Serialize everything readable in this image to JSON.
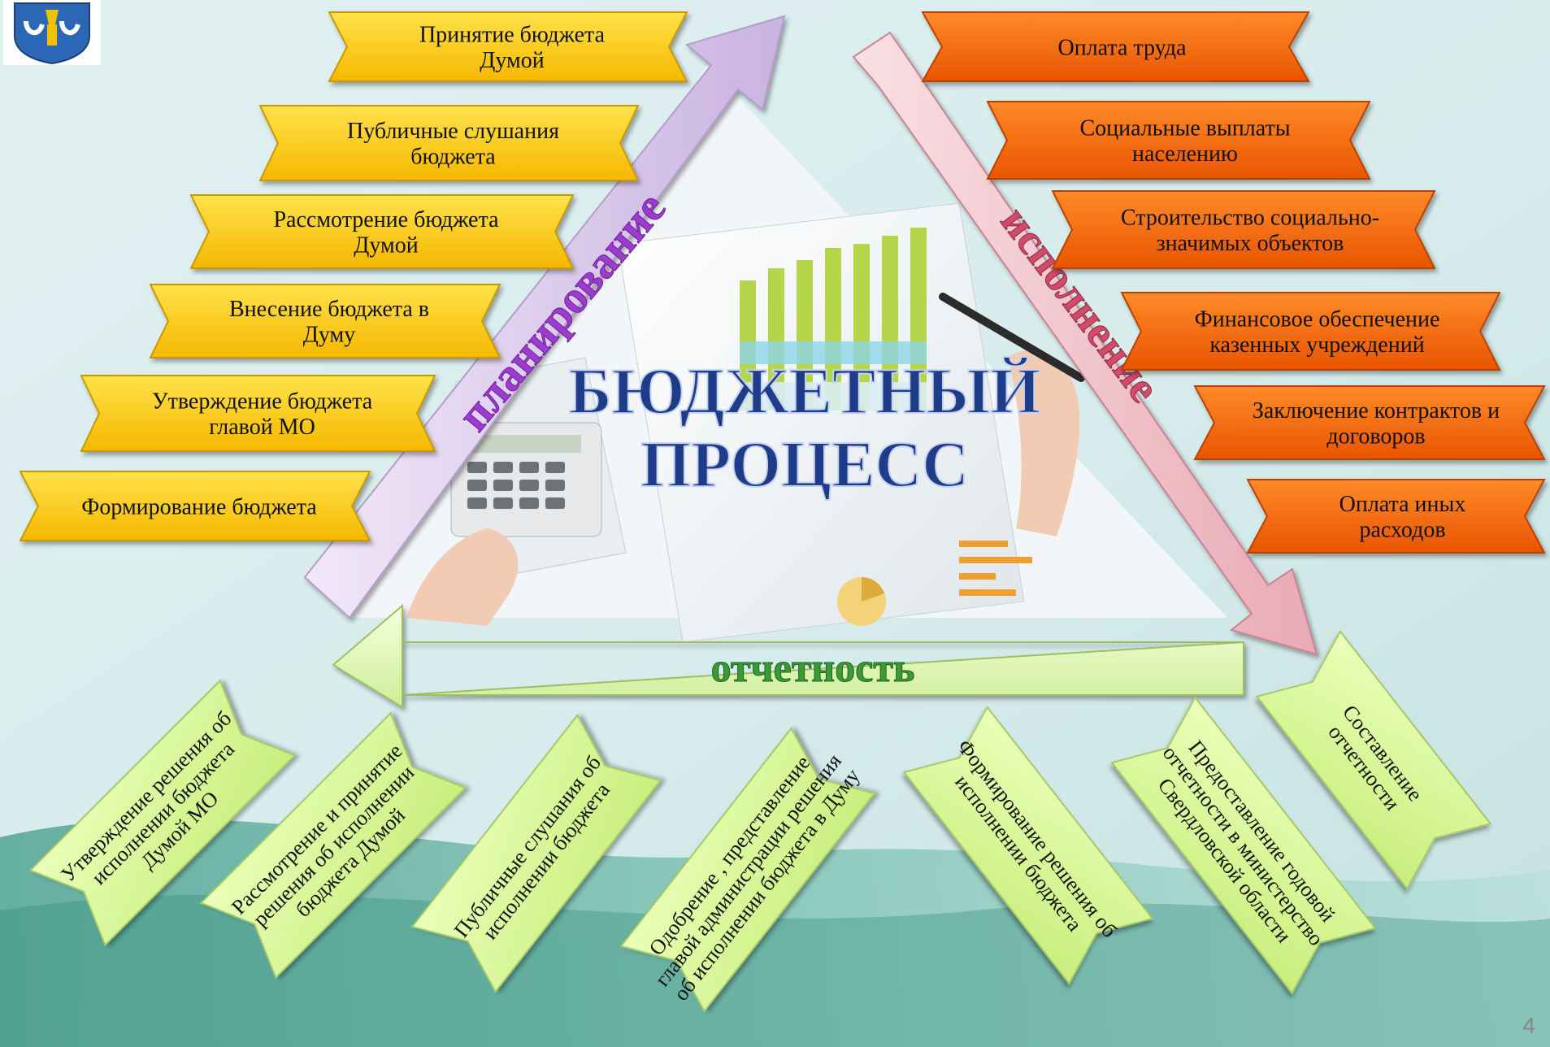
{
  "title_lines": [
    "БЮДЖЕТНЫЙ",
    "ПРОЦЕСС"
  ],
  "arrows": {
    "planning": "планирование",
    "execution": "исполнение",
    "reporting": "отчетность"
  },
  "planning_steps": [
    [
      "Принятие бюджета",
      "Думой"
    ],
    [
      "Публичные слушания",
      "бюджета"
    ],
    [
      "Рассмотрение бюджета",
      "Думой"
    ],
    [
      "Внесение бюджета  в",
      "Думу"
    ],
    [
      "Утверждение бюджета",
      "главой МО"
    ],
    [
      "Формирование бюджета"
    ]
  ],
  "execution_steps": [
    [
      "Оплата труда"
    ],
    [
      "Социальные выплаты",
      "населению"
    ],
    [
      "Строительство социально-",
      "значимых объектов"
    ],
    [
      "Финансовое обеспечение",
      "казенных учреждений"
    ],
    [
      "Заключение контрактов и",
      "договоров"
    ],
    [
      "Оплата иных",
      "расходов"
    ]
  ],
  "reporting_steps": [
    [
      "Утверждение решения об",
      "исполнении бюджета",
      "Думой  МО"
    ],
    [
      "Рассмотрение и принятие",
      "решения об исполнении",
      "бюджета Думой"
    ],
    [
      "Публичные слушания об",
      "исполнении бюджета"
    ],
    [
      "Одобрение , представление",
      "главой администрации решения",
      "об исполнении  бюджета в Думу"
    ],
    [
      "Формирование решения об",
      "исполнении бюджета"
    ],
    [
      "Предоставление годовой",
      "отчетности в министерство",
      "Свердловской области"
    ],
    [
      "Составление",
      "отчетности"
    ]
  ],
  "slide_number": "4",
  "colors": {
    "planning_box": "#ffcc00",
    "execution_box": "#ff6600",
    "reporting_box": "#d4f58a",
    "planning_arrow": "#e2d2f0",
    "execution_arrow": "#f2c4cc",
    "reporting_arrow": "#e6f8c0",
    "title": "#1f3c88"
  },
  "icons": [
    "coat-of-arms-logo"
  ]
}
